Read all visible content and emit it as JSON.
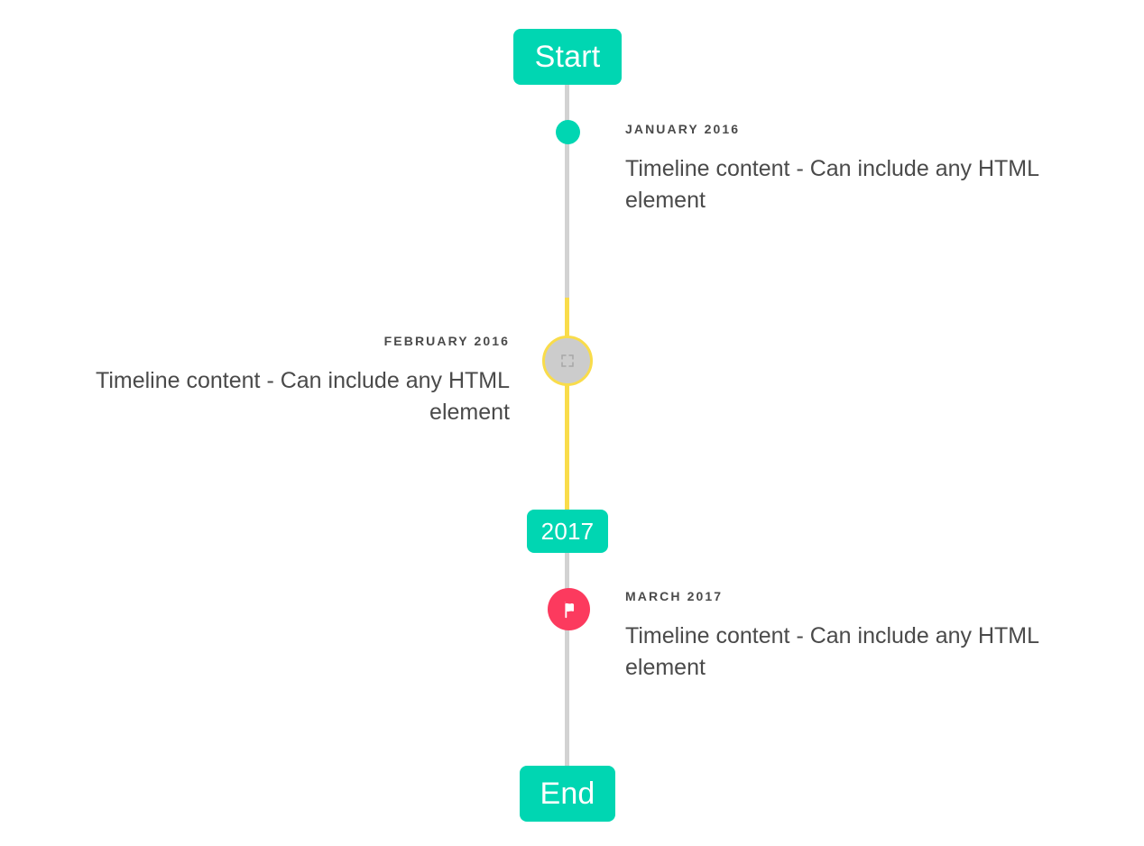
{
  "timeline": {
    "start_badge": {
      "label": "Start"
    },
    "end_badge": {
      "label": "End"
    },
    "year_badge": {
      "label": "2017"
    },
    "entries": [
      {
        "id": "january-2016",
        "label": "JANUARY 2016",
        "body": "Timeline content - Can include any HTML element",
        "side": "right",
        "marker": "dot-icon"
      },
      {
        "id": "february-2016",
        "label": "FEBRUARY 2016",
        "body": "Timeline content - Can include any HTML element",
        "side": "left",
        "marker": "broken-image-icon"
      },
      {
        "id": "march-2017",
        "label": "MARCH 2017",
        "body": "Timeline content - Can include any HTML element",
        "side": "right",
        "marker": "flag-icon"
      }
    ]
  },
  "colors": {
    "accent_teal": "#00d6b2",
    "accent_yellow": "#f9dc4a",
    "accent_pink": "#fc3a5e",
    "line_gray": "#d2d2d2",
    "marker_gray": "#cccccc",
    "text_gray": "#4a4a4a",
    "badge_text": "#ffffff",
    "background": "#ffffff"
  }
}
